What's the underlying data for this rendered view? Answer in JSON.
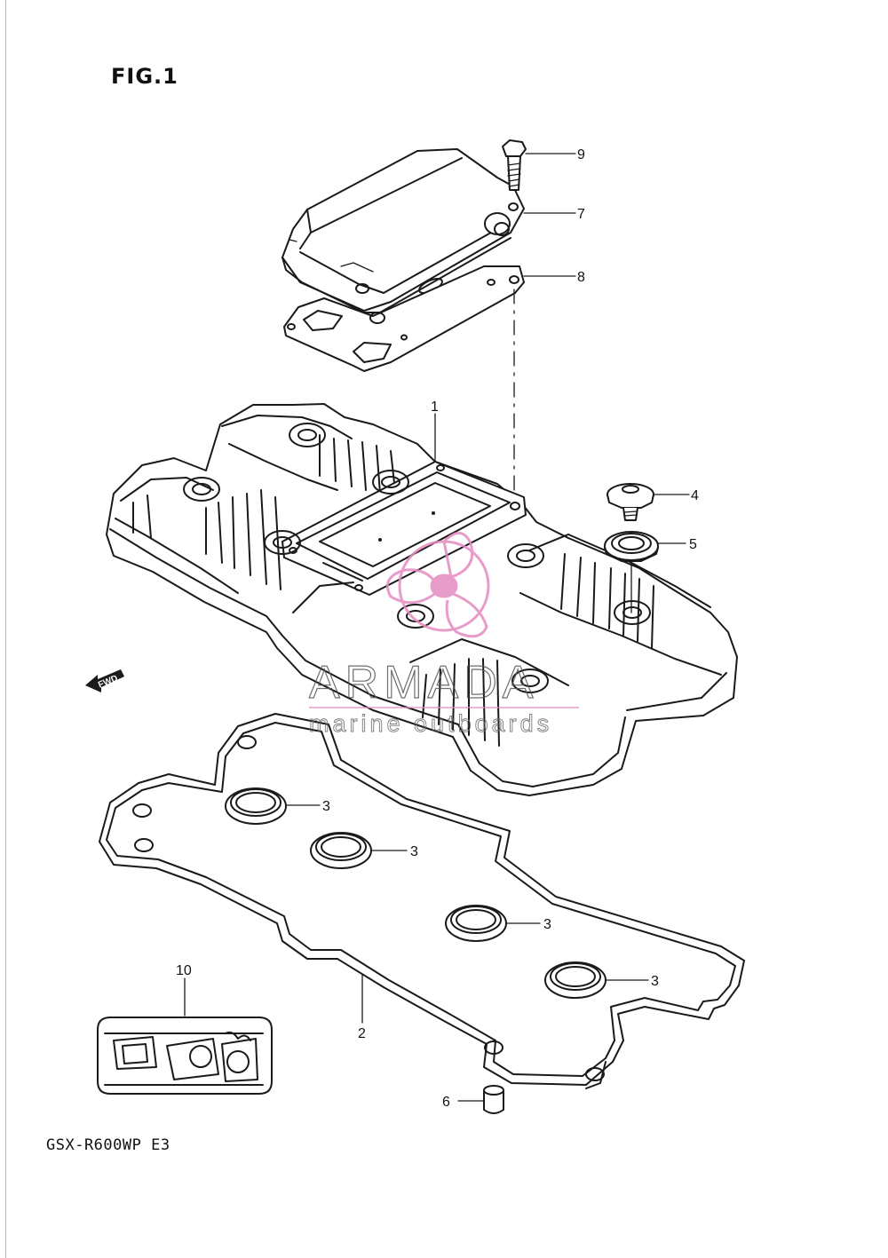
{
  "figure": {
    "title": "FIG.1",
    "model_code": "GSX-R600WP  E3"
  },
  "direction_marker": {
    "label": "FWD"
  },
  "callouts": [
    {
      "id": "c1",
      "number": "1"
    },
    {
      "id": "c2",
      "number": "2"
    },
    {
      "id": "c3a",
      "number": "3"
    },
    {
      "id": "c3b",
      "number": "3"
    },
    {
      "id": "c3c",
      "number": "3"
    },
    {
      "id": "c3d",
      "number": "3"
    },
    {
      "id": "c4",
      "number": "4"
    },
    {
      "id": "c5",
      "number": "5"
    },
    {
      "id": "c6",
      "number": "6"
    },
    {
      "id": "c7",
      "number": "7"
    },
    {
      "id": "c8",
      "number": "8"
    },
    {
      "id": "c9",
      "number": "9"
    },
    {
      "id": "c10",
      "number": "10"
    }
  ],
  "watermark": {
    "brand": "ARMADA",
    "tagline": "marine outboards",
    "accent_color": "#e58bc0",
    "line_color": "#555555"
  },
  "colors": {
    "line": "#1a1a1a",
    "background": "#ffffff"
  }
}
